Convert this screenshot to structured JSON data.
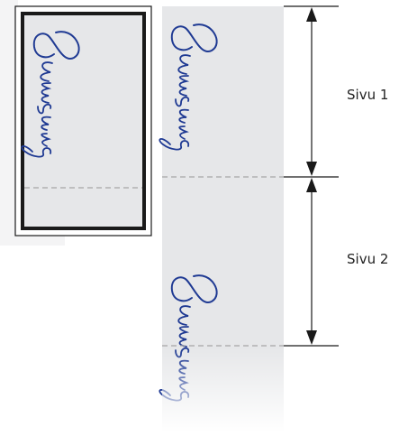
{
  "labels": {
    "page1": "Sivu 1",
    "page2": "Sivu 2"
  },
  "icons": {
    "signature": "samsung-script-signature"
  },
  "colors": {
    "paper": "#e6e7e9",
    "ink": "#1f3a93",
    "frame": "#1a1a1a",
    "dashed": "#a6a6a6",
    "arrow": "#1a1a1a",
    "shadow": "#f4f4f5"
  }
}
